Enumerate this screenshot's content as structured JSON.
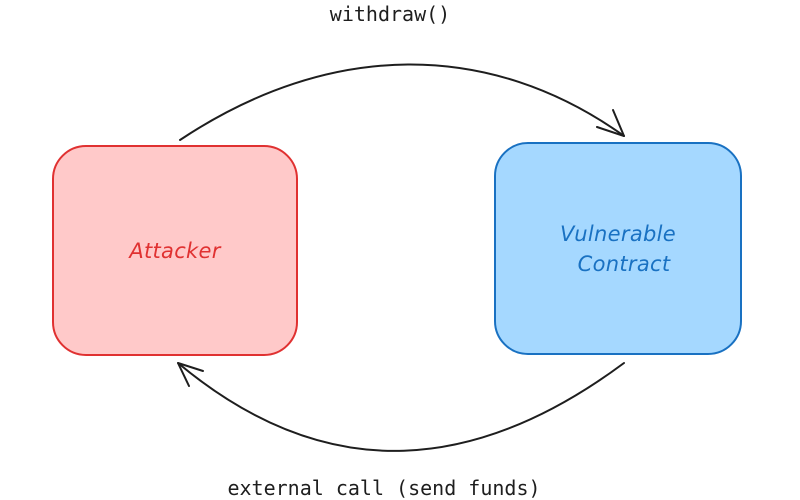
{
  "nodes": {
    "attacker": {
      "label": "Attacker",
      "fill": "#ffc9c9",
      "stroke": "#e03131",
      "text_color": "#e03131"
    },
    "contract": {
      "label_lines": [
        "Vulnerable",
        "Contract"
      ],
      "fill": "#a5d8ff",
      "stroke": "#1971c2",
      "text_color": "#1971c2"
    }
  },
  "edges": {
    "top": {
      "label": "withdraw()",
      "from": "attacker",
      "to": "contract"
    },
    "bottom": {
      "label": "external call (send funds)",
      "from": "contract",
      "to": "attacker"
    }
  },
  "colors": {
    "arrow": "#1e1e1e",
    "background": "#ffffff"
  }
}
